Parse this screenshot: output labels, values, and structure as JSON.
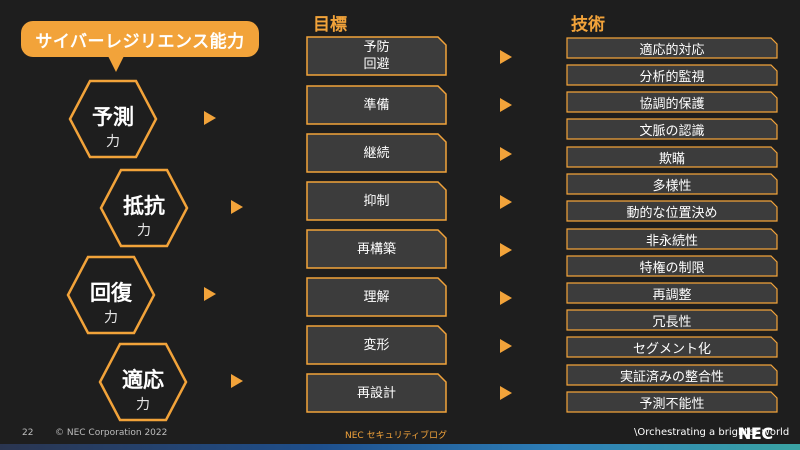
{
  "badge": {
    "label": "サイバーレジリエンス能力"
  },
  "headers": {
    "goal": "目標",
    "tech": "技術"
  },
  "capabilities": [
    {
      "main": "予測",
      "sub": "力"
    },
    {
      "main": "抵抗",
      "sub": "力"
    },
    {
      "main": "回復",
      "sub": "力"
    },
    {
      "main": "適応",
      "sub": "力"
    }
  ],
  "goals": [
    "予防\n回避",
    "準備",
    "継続",
    "抑制",
    "再構築",
    "理解",
    "変形",
    "再設計"
  ],
  "techniques": [
    "適応的対応",
    "分析的監視",
    "協調的保護",
    "文脈の認識",
    "欺瞞",
    "多様性",
    "動的な位置決め",
    "非永続性",
    "特権の制限",
    "再調整",
    "冗長性",
    "セグメント化",
    "実証済みの整合性",
    "予測不能性"
  ],
  "footer": {
    "page": "22",
    "copyright": "© NEC Corporation 2022",
    "center": "NEC セキュリティブログ",
    "tagline": "\\Orchestrating a brighter world",
    "logo": "NEC"
  },
  "colors": {
    "accent": "#f2a33a",
    "box_fill": "#3c3c3c",
    "background": "#1e1e1e"
  }
}
